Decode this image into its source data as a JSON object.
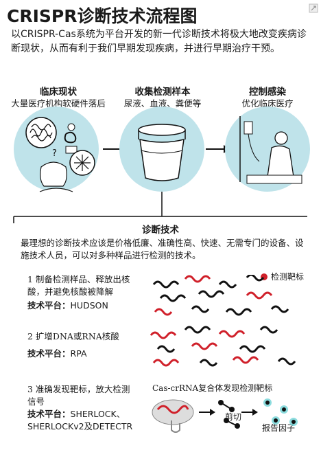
{
  "title": "CRISPR诊断技术流程图",
  "intro": "以CRISPR-Cas系统为平台开发的新一代诊断技术将极大地改变疾病诊断现状，从而有利于我们早期发现疾病，并进行早期治疗干预。",
  "columns": [
    {
      "heading": "临床现状",
      "sub": "大量医疗机构软硬件落后"
    },
    {
      "heading": "收集检测样本",
      "sub": "尿液、血液、粪便等"
    },
    {
      "heading": "控制感染",
      "sub": "优化临床医疗"
    }
  ],
  "question_mark": "?",
  "diagnosis": {
    "heading": "诊断技术",
    "desc": "最理想的诊断技术应该是价格低廉、准确性高、快速、无需专门的设备、设施技术人员，可以对多种样品进行检测的技术。"
  },
  "legend_label": "检测靶标",
  "steps": [
    {
      "text": "1  制备检测样品、释放出核酸，并避免核酸被降解",
      "platform_label": "技术平台：",
      "platform": "HUDSON"
    },
    {
      "text": "2  扩增DNA或RNA核酸",
      "platform_label": "技术平台：",
      "platform": "RPA"
    },
    {
      "text": "3  准确发现靶标，放大检测信号",
      "platform_label": "技术平台：",
      "platform": "SHERLOCK、SHERLOCKv2及DETECTR"
    }
  ],
  "step3_labels": {
    "complex": "Cas-crRNA复合体发现检测靶标",
    "cut": "剪切",
    "reporter": "报告因子"
  },
  "colors": {
    "teal": "#bfe3ea",
    "red": "#d0202a",
    "black": "#111111"
  }
}
